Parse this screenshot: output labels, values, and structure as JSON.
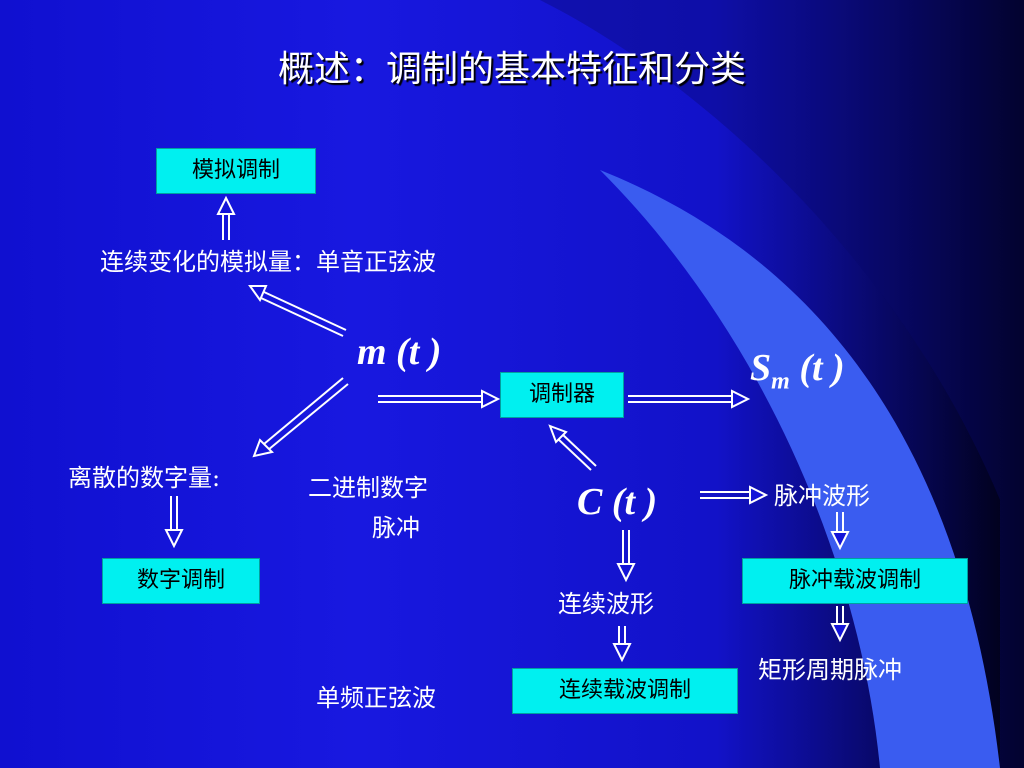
{
  "title": "概述：调制的基本特征和分类",
  "nodes": {
    "analog_mod": "模拟调制",
    "continuous_analog": "连续变化的模拟量：单音正弦波",
    "m_t": "m (t )",
    "modulator": "调制器",
    "s_main": "S",
    "s_sub": "m",
    "s_tail": "(t )",
    "discrete_digital": "离散的数字量:",
    "binary_line1": "二进制数字",
    "binary_line2": "脉冲",
    "digital_mod": "数字调制",
    "c_t": "C (t )",
    "pulse_waveform": "脉冲波形",
    "pulse_carrier_mod": "脉冲载波调制",
    "continuous_waveform": "连续波形",
    "rect_periodic_pulse": "矩形周期脉冲",
    "single_freq_sine": "单频正弦波",
    "continuous_carrier_mod": "连续载波调制"
  },
  "colors": {
    "box_fill": "#00f0f0",
    "background": "#1414d8",
    "decor_shape": "#3a5cf0"
  }
}
